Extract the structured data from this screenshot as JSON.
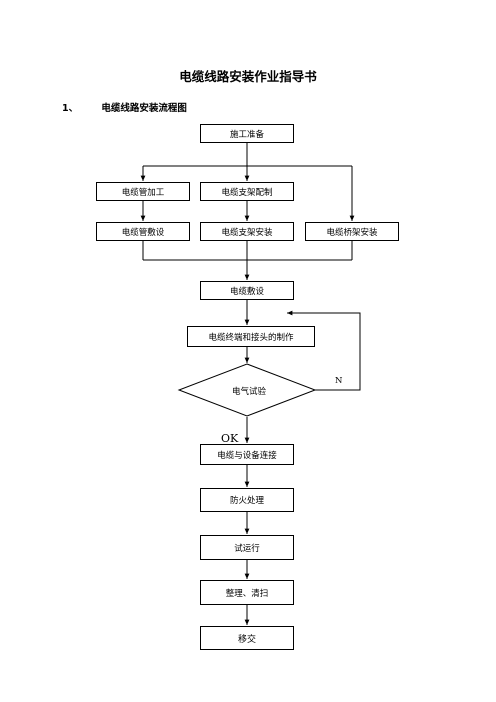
{
  "document": {
    "title": "电缆线路安装作业指导书",
    "section": {
      "number": "1、",
      "heading": "电缆线路安装流程图"
    }
  },
  "flowchart": {
    "steps": {
      "prep": "施工准备",
      "conduit_processing": "电缆管加工",
      "bracket_fabrication": "电缆支架配制",
      "conduit_laying": "电缆管敷设",
      "bracket_install": "电缆支架安装",
      "tray_install": "电缆桥架安装",
      "cable_laying": "电缆敷设",
      "termination": "电缆终端和接头的制作",
      "electrical_test": "电气试验",
      "equipment_connection": "电缆与设备连接",
      "fireproofing": "防火处理",
      "trial_run": "试运行",
      "cleanup": "整理、清扫",
      "handover": "移交"
    },
    "decision_labels": {
      "no": "N",
      "ok": "OK"
    }
  }
}
